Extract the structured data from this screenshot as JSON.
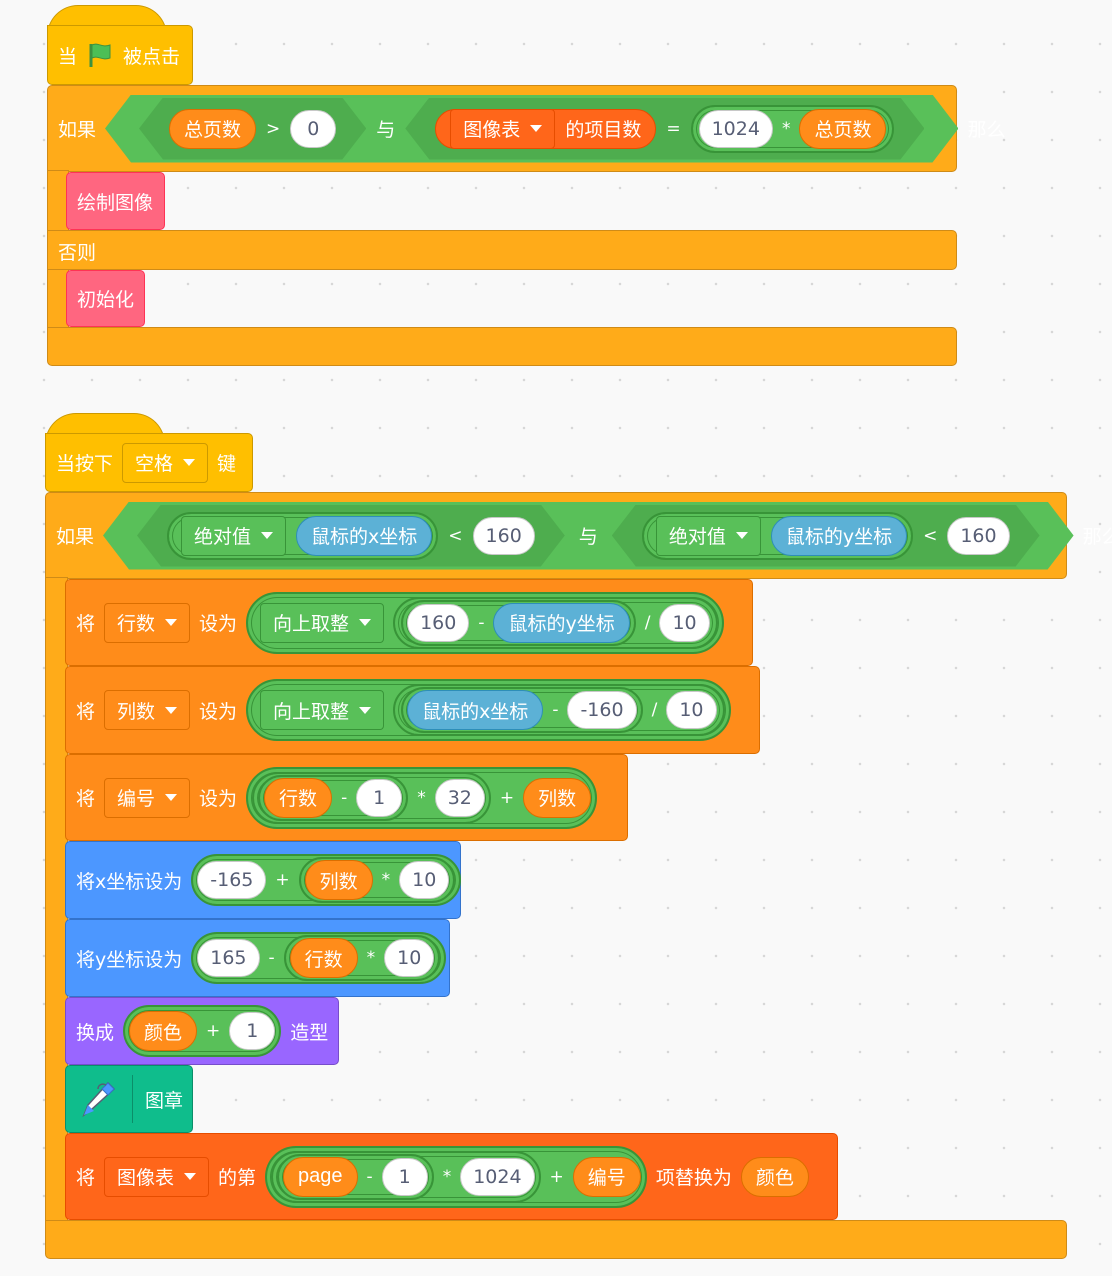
{
  "colors": {
    "hat": "#FFBF00",
    "control": "#FFAB19",
    "operators": "#59C059",
    "variables": "#FF8C1A",
    "lists": "#FF661A",
    "sensing": "#5CB1D6",
    "motion": "#4C97FF",
    "looks": "#9966FF",
    "pen": "#0FBD8C",
    "custom": "#FF6680"
  },
  "script1": {
    "hat": {
      "when": "当",
      "icon": "green-flag-icon",
      "clicked": "被点击"
    },
    "if": {
      "if": "如果",
      "then": "那么",
      "else": "否则"
    },
    "cond": {
      "var": "总页数",
      "gt": ">",
      "zero": "0",
      "and": "与",
      "list": "图像表",
      "length": "的项目数",
      "eq": "=",
      "num": "1024",
      "mul": "*",
      "var2": "总页数"
    },
    "draw": "绘制图像",
    "init": "初始化"
  },
  "script2": {
    "hat": {
      "label": "当按下",
      "key": "空格",
      "suffix": "键"
    },
    "if": {
      "if": "如果",
      "then": "那么"
    },
    "cond": {
      "abs": "绝对值",
      "mx": "鼠标的x坐标",
      "lt": "<",
      "v1": "160",
      "and": "与",
      "abs2": "绝对值",
      "my": "鼠标的y坐标",
      "lt2": "<",
      "v2": "160"
    },
    "row1": {
      "set": "将",
      "var": "行数",
      "to": "设为",
      "fn": "向上取整",
      "a": "160",
      "minus": "-",
      "b": "鼠标的y坐标",
      "div": "/",
      "c": "10"
    },
    "row2": {
      "set": "将",
      "var": "列数",
      "to": "设为",
      "fn": "向上取整",
      "a": "鼠标的x坐标",
      "minus": "-",
      "b": "-160",
      "div": "/",
      "c": "10"
    },
    "row3": {
      "set": "将",
      "var": "编号",
      "to": "设为",
      "a": "行数",
      "minus": "-",
      "b": "1",
      "mul": "*",
      "c": "32",
      "plus": "+",
      "d": "列数"
    },
    "row4": {
      "label": "将x坐标设为",
      "a": "-165",
      "plus": "+",
      "b": "列数",
      "mul": "*",
      "c": "10"
    },
    "row5": {
      "label": "将y坐标设为",
      "a": "165",
      "minus": "-",
      "b": "行数",
      "mul": "*",
      "c": "10"
    },
    "row6": {
      "label": "换成",
      "a": "颜色",
      "plus": "+",
      "b": "1",
      "suffix": "造型"
    },
    "row7": {
      "icon": "pen-icon",
      "label": "图章"
    },
    "row8": {
      "set": "将",
      "list": "图像表",
      "of": "的第",
      "a": "page",
      "minus": "-",
      "b": "1",
      "mul": "*",
      "c": "1024",
      "plus": "+",
      "d": "编号",
      "replace": "项替换为",
      "e": "颜色"
    }
  }
}
